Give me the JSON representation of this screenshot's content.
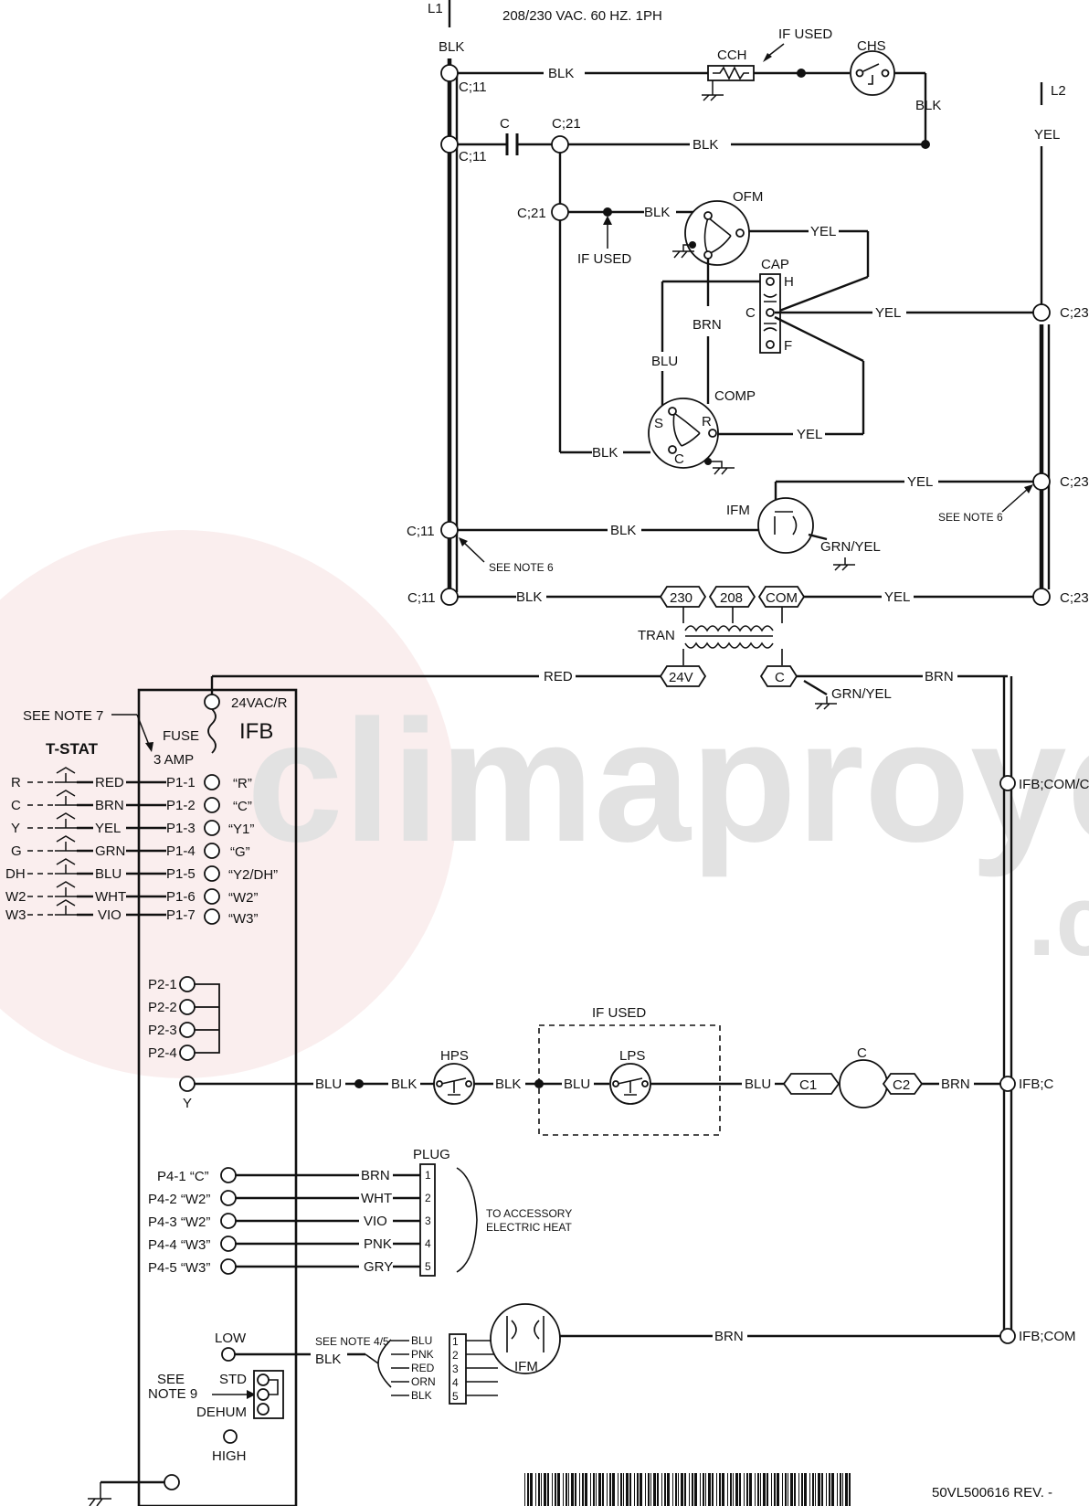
{
  "supply": {
    "l1": "L1",
    "l2": "L2",
    "spec": "208/230 VAC. 60 HZ. 1PH"
  },
  "watermark": {
    "text": "climaproyect",
    "suffix": ".c"
  },
  "wires": {
    "blk": "BLK",
    "yel": "YEL",
    "brn": "BRN",
    "blu": "BLU",
    "red": "RED",
    "grn_yel": "GRN/YEL",
    "grn": "GRN",
    "wht": "WHT",
    "vio": "VIO",
    "pnk": "PNK",
    "gry": "GRY",
    "orn": "ORN"
  },
  "terminals": {
    "c11": "C;11",
    "c21": "C;21",
    "c23": "C;23",
    "ifb_com_c": "IFB;COM/C",
    "ifb_c": "IFB;C",
    "ifb_com": "IFB;COM"
  },
  "components": {
    "cch": "CCH",
    "chs": "CHS",
    "contactor": "C",
    "ofm": "OFM",
    "cap": "CAP",
    "cap_h": "H",
    "cap_c": "C",
    "cap_f": "F",
    "comp": "COMP",
    "comp_s": "S",
    "comp_r": "R",
    "comp_c": "C",
    "ifm": "IFM",
    "tran": "TRAN",
    "tap_230": "230",
    "tap_208": "208",
    "tap_com": "COM",
    "tap_24v": "24V",
    "tap_c": "C",
    "hps": "HPS",
    "lps": "LPS",
    "c1": "C1",
    "c2": "C2",
    "coil": "C"
  },
  "notes": {
    "if_used": "IF USED",
    "note6": "SEE NOTE 6",
    "note7": "SEE NOTE 7",
    "note45": "SEE NOTE 4/5",
    "see": "SEE",
    "note9": "NOTE 9"
  },
  "ifb": {
    "name": "IFB",
    "voltage": "24VAC/R",
    "fuse": "FUSE",
    "amp": "3 AMP",
    "tstat": "T-STAT",
    "p1": [
      {
        "term": "R",
        "wire": "RED",
        "pin": "P1-1",
        "sig": "“R”"
      },
      {
        "term": "C",
        "wire": "BRN",
        "pin": "P1-2",
        "sig": "“C”"
      },
      {
        "term": "Y",
        "wire": "YEL",
        "pin": "P1-3",
        "sig": "“Y1”"
      },
      {
        "term": "G",
        "wire": "GRN",
        "pin": "P1-4",
        "sig": "“G”"
      },
      {
        "term": "DH",
        "wire": "BLU",
        "pin": "P1-5",
        "sig": "“Y2/DH”"
      },
      {
        "term": "W2",
        "wire": "WHT",
        "pin": "P1-6",
        "sig": "“W2”"
      },
      {
        "term": "W3",
        "wire": "VIO",
        "pin": "P1-7",
        "sig": "“W3”"
      }
    ],
    "p2": [
      "P2-1",
      "P2-2",
      "P2-3",
      "P2-4"
    ],
    "y": "Y",
    "p4": [
      {
        "pin": "P4-1 “C”",
        "wire": "BRN",
        "num": "1"
      },
      {
        "pin": "P4-2 “W2”",
        "wire": "WHT",
        "num": "2"
      },
      {
        "pin": "P4-3 “W2”",
        "wire": "VIO",
        "num": "3"
      },
      {
        "pin": "P4-4 “W3”",
        "wire": "PNK",
        "num": "4"
      },
      {
        "pin": "P4-5 “W3”",
        "wire": "GRY",
        "num": "5"
      }
    ],
    "plug": "PLUG",
    "accessory": [
      "TO ACCESSORY",
      "ELECTRIC HEAT"
    ],
    "speed": {
      "low": "LOW",
      "std": "STD",
      "dehum": "DEHUM",
      "high": "HIGH"
    },
    "ifm_wires": [
      {
        "wire": "BLU",
        "num": "1"
      },
      {
        "wire": "PNK",
        "num": "2"
      },
      {
        "wire": "RED",
        "num": "3"
      },
      {
        "wire": "ORN",
        "num": "4"
      },
      {
        "wire": "BLK",
        "num": "5"
      }
    ]
  },
  "doc_number": "50VL500616  REV. -"
}
